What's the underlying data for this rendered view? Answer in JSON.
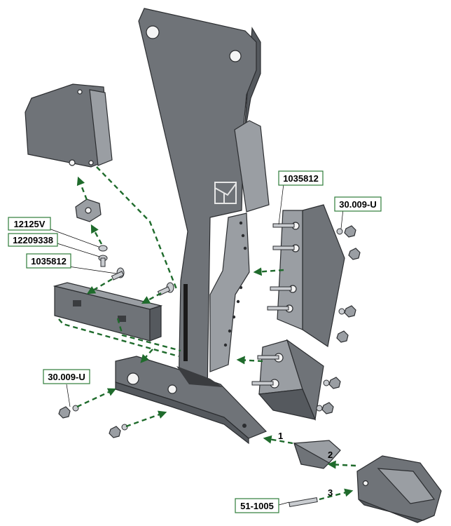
{
  "callouts": {
    "upper_1035812": "1035812",
    "upper_30009u": "30.009-U",
    "washer_12125v": "12125V",
    "bolt_12209338": "12209338",
    "bolt_1035812": "1035812",
    "lower_30009u": "30.009-U",
    "pin_511005": "51-1005"
  },
  "steps": {
    "step1": "1",
    "step2": "2",
    "step3": "3"
  },
  "colors": {
    "steel": "#6f7378",
    "callout_border": "#2e7d3a",
    "dashed_arrow": "#1f6b2c"
  }
}
